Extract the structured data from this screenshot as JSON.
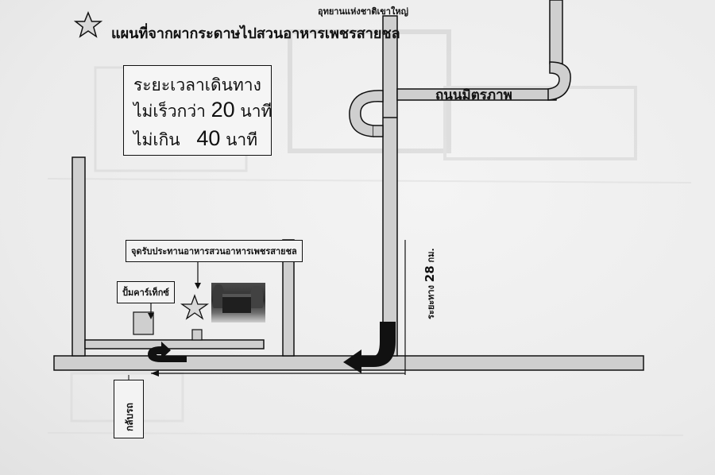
{
  "title": "แผนที่จากผากระดาษไปสวนอาหารเพชรสายชล",
  "time_box": {
    "heading": "ระยะเวลาเดินทาง",
    "min_prefix": "ไม่เร็วกว่า",
    "min_value": "20",
    "max_prefix": "ไม่เกิน",
    "max_value": "40",
    "unit": "นาที"
  },
  "labels": {
    "national_park": "อุทยานแห่งชาติเขาใหญ่",
    "road": "ถนนมิตรภาพ",
    "distance_prefix": "ระยะทาง",
    "distance_value": "28",
    "distance_unit": "กม.",
    "reception_point": "จุดรับประทานอาหารสวนอาหารเพชรสายชล",
    "gas_station": "ปั้มคาร์เท็กซ์",
    "u_turn": "กลับรถ"
  },
  "colors": {
    "road_fill": "#cfcfcf",
    "road_edge": "#111111",
    "arrow": "#111111",
    "paper": "#efefef"
  },
  "icons": {
    "title_marker": "star-icon",
    "destination_marker": "star-icon"
  }
}
